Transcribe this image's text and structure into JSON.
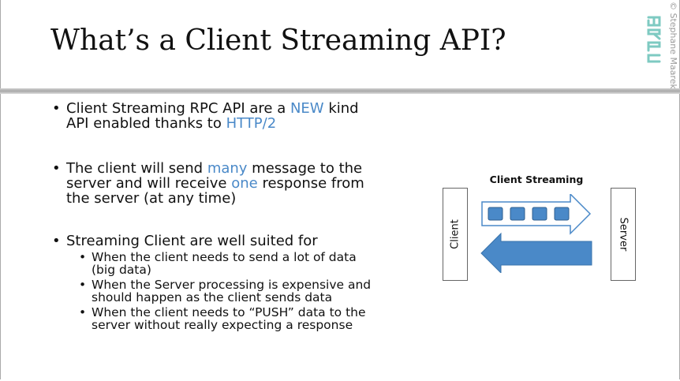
{
  "slide": {
    "title": "What’s a Client Streaming API?",
    "copyright": "© Stephane Maarek",
    "logo_text": "gRPC"
  },
  "bullets": {
    "b1": {
      "line1_pre": "Client Streaming RPC API are a ",
      "line1_hl": "NEW",
      "line1_post": " kind",
      "line2_pre": "API enabled thanks to ",
      "line2_hl": "HTTP/2"
    },
    "b2": {
      "line1_pre": "The client will send ",
      "line1_hl": "many",
      "line1_post": " message to the",
      "line2_pre": "server and will receive ",
      "line2_hl": "one",
      "line2_post": " response from",
      "line3": "the server (at any time)"
    },
    "b3": {
      "text": "Streaming Client are well suited for",
      "sub1_line1": "When the client needs to send a lot of data",
      "sub1_line2": "(big data)",
      "sub2_line1": "When the Server processing is expensive and",
      "sub2_line2": "should happen as the client sends data",
      "sub3_line1": "When the client needs to “PUSH” data to the",
      "sub3_line2": "server without really expecting a response"
    }
  },
  "diagram": {
    "title": "Client Streaming",
    "client_label": "Client",
    "server_label": "Server",
    "arrow_color": "#4a89c8",
    "message_count": 4
  },
  "colors": {
    "accent": "#4a89c8",
    "logo": "#7ecac2"
  }
}
